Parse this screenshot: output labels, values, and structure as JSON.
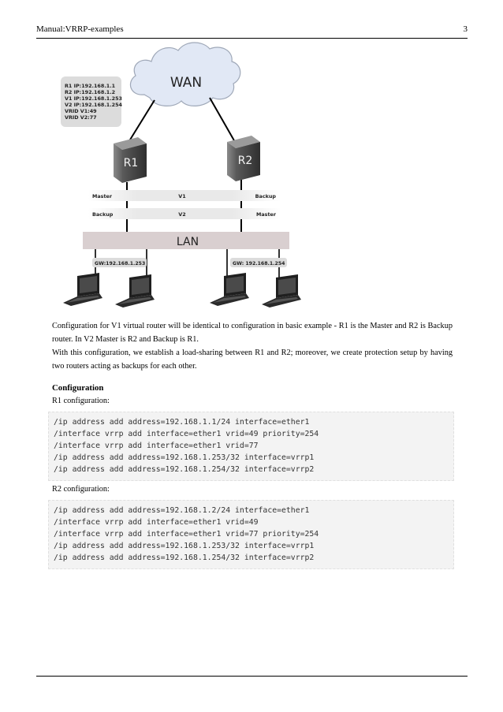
{
  "header": {
    "title": "Manual:VRRP-examples",
    "page_number": "3"
  },
  "diagram": {
    "wan_label": "WAN",
    "lan_label": "LAN",
    "info_lines": [
      "R1 IP:192.168.1.1",
      "R2 IP:192.168.1.2",
      "V1 IP:192.168.1.253",
      "V2 IP:192.168.1.254",
      "VRID V1:49",
      "VRID V2:77"
    ],
    "router1_label": "R1",
    "router2_label": "R2",
    "v1_bar": {
      "left": "Master",
      "center": "V1",
      "right": "Backup"
    },
    "v2_bar": {
      "left": "Backup",
      "center": "V2",
      "right": "Master"
    },
    "gw_left": "GW:192.168.1.253",
    "gw_right": "GW: 192.168.1.254"
  },
  "paragraph1": "Configuration for V1 virtual router will be identical to configuration in basic example - R1 is the Master and R2 is Backup router. In V2 Master is R2 and Backup is R1.",
  "paragraph2": "With this configuration, we establish a load-sharing between R1 and R2; moreover, we create protection setup by having two routers acting as backups for each other.",
  "section_heading": "Configuration",
  "r1_label": "R1 configuration:",
  "r1_code": [
    "/ip address add address=192.168.1.1/24 interface=ether1",
    "/interface vrrp add interface=ether1 vrid=49 priority=254",
    "/interface vrrp add interface=ether1 vrid=77",
    "/ip address add address=192.168.1.253/32 interface=vrrp1",
    "/ip address add address=192.168.1.254/32 interface=vrrp2"
  ],
  "r2_label": "R2 configuration:",
  "r2_code": [
    "/ip address add address=192.168.1.2/24 interface=ether1",
    "/interface vrrp add interface=ether1 vrid=49",
    "/interface vrrp add interface=ether1 vrid=77 priority=254",
    "/ip address add address=192.168.1.253/32 interface=vrrp1",
    "/ip address add address=192.168.1.254/32 interface=vrrp2"
  ]
}
